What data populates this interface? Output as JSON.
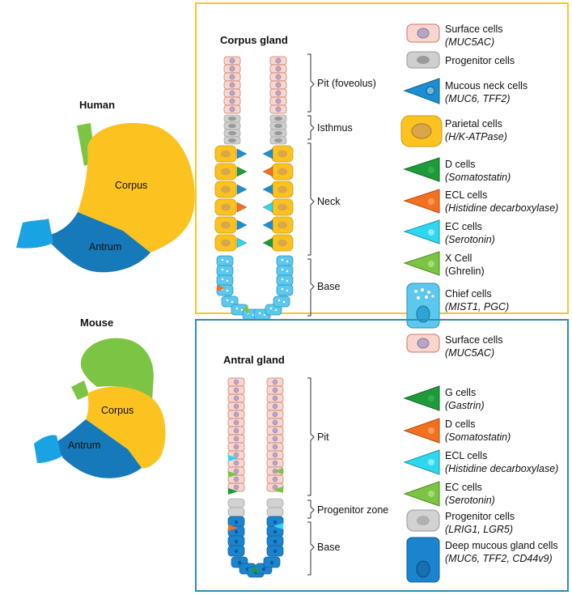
{
  "colors": {
    "corpus": "#fcc21f",
    "antrum": "#1679b9",
    "fundus": "#7cc444",
    "esophagus": "#1aa3e3",
    "surface": "#f9d6cd",
    "progenitor": "#cfcfcf",
    "mucous_neck": "#1b8fd1",
    "parietal": "#fcc21f",
    "d_cell": "#1f9a3a",
    "ecl": "#f37021",
    "ec": "#2ed6ef",
    "x_cell": "#7cc444",
    "chief": "#5cc8ee",
    "deep_mucous": "#1b84cf",
    "corpus_border": "#f7c52a",
    "antral_border": "#2c8fb3"
  },
  "human": {
    "label": "Human",
    "corpus_label": "Corpus",
    "antrum_label": "Antrum"
  },
  "mouse": {
    "label": "Mouse",
    "corpus_label": "Corpus",
    "antrum_label": "Antrum"
  },
  "corpus_gland": {
    "title": "Corpus gland",
    "zones": [
      "Pit (foveolus)",
      "Isthmus",
      "Neck",
      "Base"
    ],
    "legend": [
      {
        "icon": "surface-cell-icon",
        "name": "Surface cells",
        "marker": "(MUC5AC)"
      },
      {
        "icon": "progenitor-cell-icon",
        "name": "Progenitor cells",
        "marker": ""
      },
      {
        "icon": "mucous-neck-cell-icon",
        "name": "Mucous neck cells",
        "marker": "(MUC6, TFF2)"
      },
      {
        "icon": "parietal-cell-icon",
        "name": "Parietal cells",
        "marker": "(H/K-ATPase)"
      },
      {
        "icon": "d-cell-icon",
        "name": "D cells",
        "marker": "(Somatostatin)"
      },
      {
        "icon": "ecl-cell-icon",
        "name": "ECL cells",
        "marker": "(Histidine decarboxylase)"
      },
      {
        "icon": "ec-cell-icon",
        "name": "EC cells",
        "marker": "(Serotonin)"
      },
      {
        "icon": "x-cell-icon",
        "name": "X Cell",
        "marker": "(Ghrelin)"
      },
      {
        "icon": "chief-cell-icon",
        "name": "Chief cells",
        "marker": "(MIST1, PGC)"
      }
    ]
  },
  "antral_gland": {
    "title": "Antral gland",
    "zones": [
      "Pit",
      "Progenitor zone",
      "Base"
    ],
    "legend": [
      {
        "icon": "surface-cell-icon",
        "name": "Surface cells",
        "marker": "(MUC5AC)"
      },
      {
        "icon": "g-cell-icon",
        "name": "G cells",
        "marker": "(Gastrin)"
      },
      {
        "icon": "d-cell-icon",
        "name": "D cells",
        "marker": "(Somatostatin)"
      },
      {
        "icon": "ecl-cell-icon",
        "name": "ECL cells",
        "marker": "(Histidine decarboxylase)"
      },
      {
        "icon": "ec-cell-icon",
        "name": "EC cells",
        "marker": "(Serotonin)"
      },
      {
        "icon": "progenitor-cell-icon",
        "name": "Progenitor cells",
        "marker": "(LRIG1, LGR5)"
      },
      {
        "icon": "deep-mucous-gland-cell-icon",
        "name": "Deep mucous gland cells",
        "marker": "(MUC6, TFF2, CD44v9)"
      }
    ]
  }
}
